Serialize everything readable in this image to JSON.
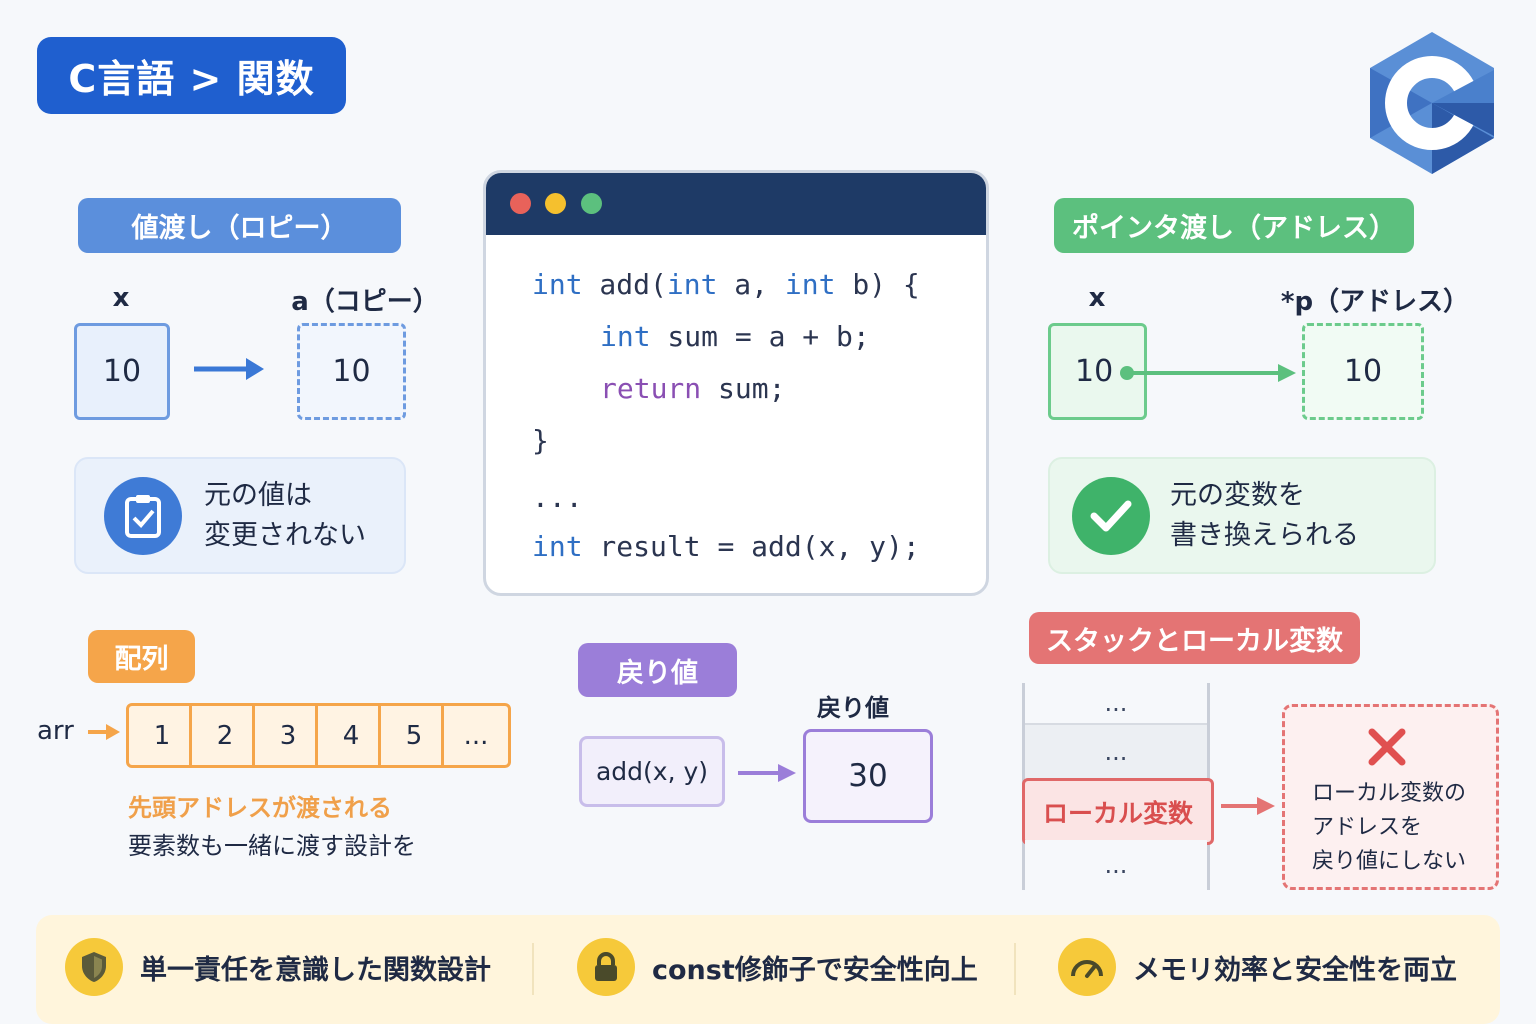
{
  "header": {
    "title": "C言語 > 関数",
    "logo_letter": "C"
  },
  "value_pass": {
    "title": "値渡し（ロピー）",
    "src_label": "x",
    "src_value": "10",
    "dst_label": "a（コピー）",
    "dst_value": "10",
    "note_line1": "元の値は",
    "note_line2": "変更されない",
    "icon": "clipboard-check-icon"
  },
  "code": {
    "lines": [
      [
        "int",
        " add(",
        "int",
        " a, ",
        "int",
        " b) {"
      ],
      [
        "int",
        " sum = a + b;"
      ],
      [
        "return",
        " sum;"
      ],
      [
        "}"
      ],
      [
        "..."
      ],
      [
        "int",
        " result = add(x, y);"
      ]
    ],
    "line1_a": "int",
    "line1_b": " add(",
    "line1_c": "int",
    "line1_d": " a, ",
    "line1_e": "int",
    "line1_f": " b) {",
    "line2_a": "int",
    "line2_b": " sum = a + b;",
    "line3_a": "return",
    "line3_b": " sum;",
    "line4": "}",
    "line5": "...",
    "line6_a": "int",
    "line6_b": " result = add(x, y);",
    "dot_colors": [
      "#e8625a",
      "#f5c02e",
      "#5cc07e"
    ]
  },
  "pointer_pass": {
    "title": "ポインタ渡し（アドレス）",
    "src_label": "x",
    "src_value": "10",
    "dst_label": "*p（アドレス）",
    "dst_value": "10",
    "note_line1": "元の変数を",
    "note_line2": "書き換えられる",
    "icon": "check-circle-icon"
  },
  "array": {
    "title": "配列",
    "arr_label": "arr",
    "cells": [
      "1",
      "2",
      "3",
      "4",
      "5",
      "..."
    ],
    "note_line1": "先頭アドレスが渡される",
    "note_line2": "要素数も一緒に渡す設計を"
  },
  "return_value": {
    "title": "戻り値",
    "call": "add(x, y)",
    "result_label": "戻り値",
    "result": "30"
  },
  "stack": {
    "title": "スタックとローカル変数",
    "rows": [
      "...",
      "...",
      "ローカル変数",
      "..."
    ],
    "warning_line1": "ローカル変数の",
    "warning_line2": "アドレスを",
    "warning_line3": "戻り値にしない",
    "icon": "cross-icon"
  },
  "tips": [
    {
      "icon": "shield-icon",
      "text": "単一責任を意識した関数設計"
    },
    {
      "icon": "lock-icon",
      "text": "const修飾子で安全性向上"
    },
    {
      "icon": "speedometer-icon",
      "text": "メモリ効率と安全性を両立"
    }
  ],
  "colors": {
    "blue": "#1f5fcf",
    "green": "#5cc07e",
    "orange": "#f5a54a",
    "purple": "#9b7ed9",
    "red": "#e47474",
    "code_bar": "#1e3a66"
  }
}
